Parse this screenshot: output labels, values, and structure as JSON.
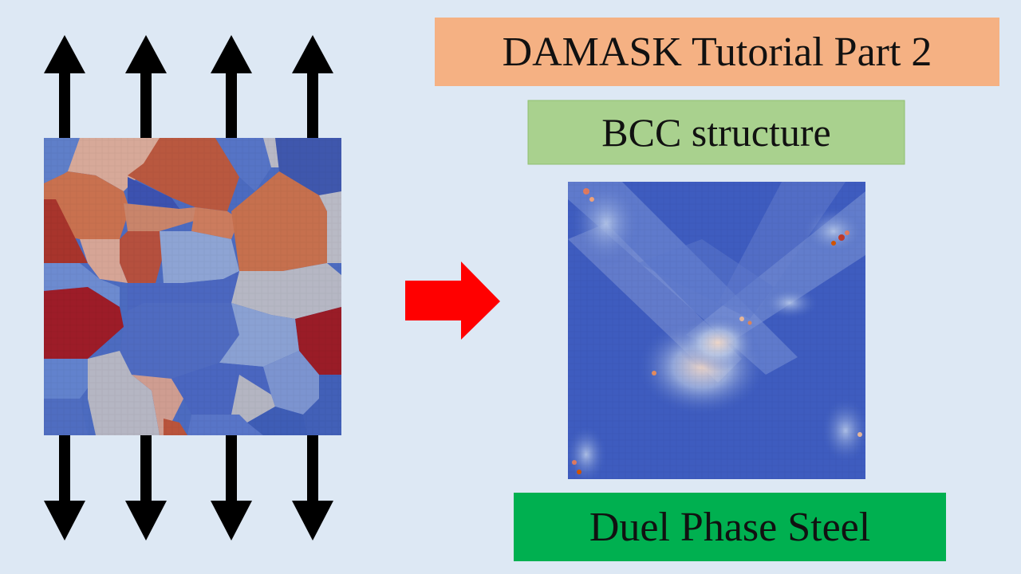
{
  "title": "DAMASK Tutorial Part 2",
  "subtitle": "BCC structure",
  "caption": "Duel Phase Steel",
  "colors": {
    "background": "#dde8f4",
    "title_box": "#f5b183",
    "subtitle_box": "#a9d18e",
    "caption_box": "#00b050",
    "arrow_red": "#ff0000",
    "arrow_black": "#000000"
  },
  "icons": {
    "tension_arrows_top": "arrow-up-icon",
    "tension_arrows_bottom": "arrow-down-icon",
    "process_arrow": "arrow-right-icon"
  }
}
